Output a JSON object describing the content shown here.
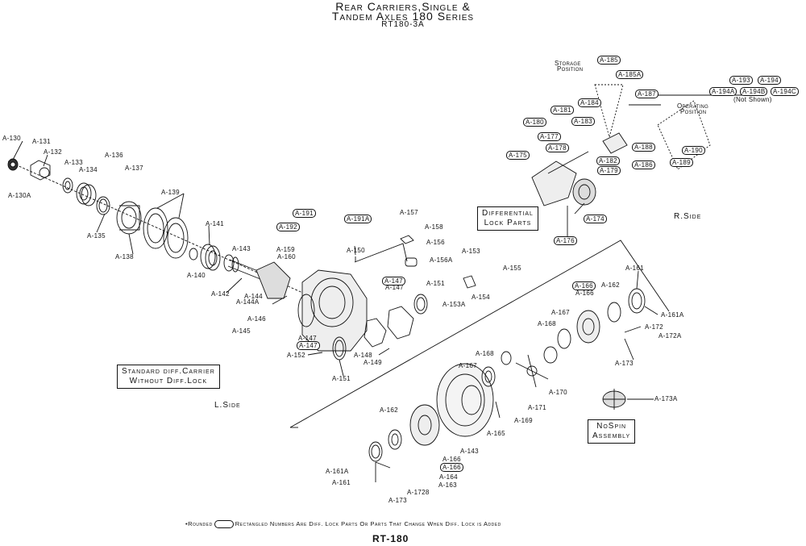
{
  "header": {
    "title_line1": "Rear Carriers,Single &",
    "title_line2": "Tandem Axles 180 Series",
    "code": "RT180-3A"
  },
  "boxes": {
    "differential_lock_parts": [
      "Differential",
      "Lock Parts"
    ],
    "standard_carrier": [
      "Standard diff.Carrier",
      "Without Diff.Lock"
    ],
    "nospin": [
      "NoSpin",
      "Assembly"
    ]
  },
  "sides": {
    "right": "R.Side",
    "left": "L.Side"
  },
  "notes": {
    "storage_position": [
      "Storage",
      "Position"
    ],
    "operating_position": [
      "Operating",
      "Position"
    ],
    "not_shown": "(Not Shown)"
  },
  "footnote": {
    "rounded": "•Rounded",
    "rest": "Rectangled  Numbers Are Diff. Lock Parts Or Parts That Change When Diff. Lock is Added"
  },
  "model": "RT-180",
  "labels": [
    {
      "t": "A-130"
    },
    {
      "t": "A-131"
    },
    {
      "t": "A-132"
    },
    {
      "t": "A-130A"
    },
    {
      "t": "A-133"
    },
    {
      "t": "A-134"
    },
    {
      "t": "A-135"
    },
    {
      "t": "A-136"
    },
    {
      "t": "A-137"
    },
    {
      "t": "A-138"
    },
    {
      "t": "A-139"
    },
    {
      "t": "A-140"
    },
    {
      "t": "A-141"
    },
    {
      "t": "A-142"
    },
    {
      "t": "A-143"
    },
    {
      "t": "A-144"
    },
    {
      "t": "A-144A"
    },
    {
      "t": "A-145"
    },
    {
      "t": "A-146"
    },
    {
      "t": "A-147"
    },
    {
      "t": "A-147",
      "r": true
    },
    {
      "t": "A-148"
    },
    {
      "t": "A-149"
    },
    {
      "t": "A-150"
    },
    {
      "t": "A-151"
    },
    {
      "t": "A-151"
    },
    {
      "t": "A-152"
    },
    {
      "t": "A-153"
    },
    {
      "t": "A-153A"
    },
    {
      "t": "A-154"
    },
    {
      "t": "A-155"
    },
    {
      "t": "A-156"
    },
    {
      "t": "A-156A"
    },
    {
      "t": "A-157"
    },
    {
      "t": "A-158"
    },
    {
      "t": "A-159"
    },
    {
      "t": "A-160"
    },
    {
      "t": "A-191",
      "r": true
    },
    {
      "t": "A-192",
      "r": true
    },
    {
      "t": "A-191A",
      "r": true
    },
    {
      "t": "A-147",
      "r": true
    },
    {
      "t": "A-147"
    },
    {
      "t": "A-161"
    },
    {
      "t": "A-161A"
    },
    {
      "t": "A-162"
    },
    {
      "t": "A-166",
      "r": true
    },
    {
      "t": "A-166"
    },
    {
      "t": "A-167"
    },
    {
      "t": "A-168"
    },
    {
      "t": "A-172"
    },
    {
      "t": "A-172A"
    },
    {
      "t": "A-173"
    },
    {
      "t": "A-173A"
    },
    {
      "t": "A-168"
    },
    {
      "t": "A-167"
    },
    {
      "t": "A-170"
    },
    {
      "t": "A-171"
    },
    {
      "t": "A-169"
    },
    {
      "t": "A-165"
    },
    {
      "t": "A-143"
    },
    {
      "t": "A-166"
    },
    {
      "t": "A-166",
      "r": true
    },
    {
      "t": "A-164"
    },
    {
      "t": "A-163"
    },
    {
      "t": "A-1728"
    },
    {
      "t": "A-173"
    },
    {
      "t": "A-162"
    },
    {
      "t": "A-161A"
    },
    {
      "t": "A-161"
    },
    {
      "t": "A-185",
      "r": true
    },
    {
      "t": "A-185A",
      "r": true
    },
    {
      "t": "A-184",
      "r": true
    },
    {
      "t": "A-181",
      "r": true
    },
    {
      "t": "A-183",
      "r": true
    },
    {
      "t": "A-180",
      "r": true
    },
    {
      "t": "A-177",
      "r": true
    },
    {
      "t": "A-178",
      "r": true
    },
    {
      "t": "A-175",
      "r": true
    },
    {
      "t": "A-182",
      "r": true
    },
    {
      "t": "A-179",
      "r": true
    },
    {
      "t": "A-186",
      "r": true
    },
    {
      "t": "A-188",
      "r": true
    },
    {
      "t": "A-187",
      "r": true
    },
    {
      "t": "A-193",
      "r": true
    },
    {
      "t": "A-194",
      "r": true
    },
    {
      "t": "A-194A",
      "r": true
    },
    {
      "t": "A-194B",
      "r": true
    },
    {
      "t": "A-194C",
      "r": true
    },
    {
      "t": "A-190",
      "r": true
    },
    {
      "t": "A-189",
      "r": true
    },
    {
      "t": "A-174",
      "r": true
    },
    {
      "t": "A-176",
      "r": true
    }
  ]
}
